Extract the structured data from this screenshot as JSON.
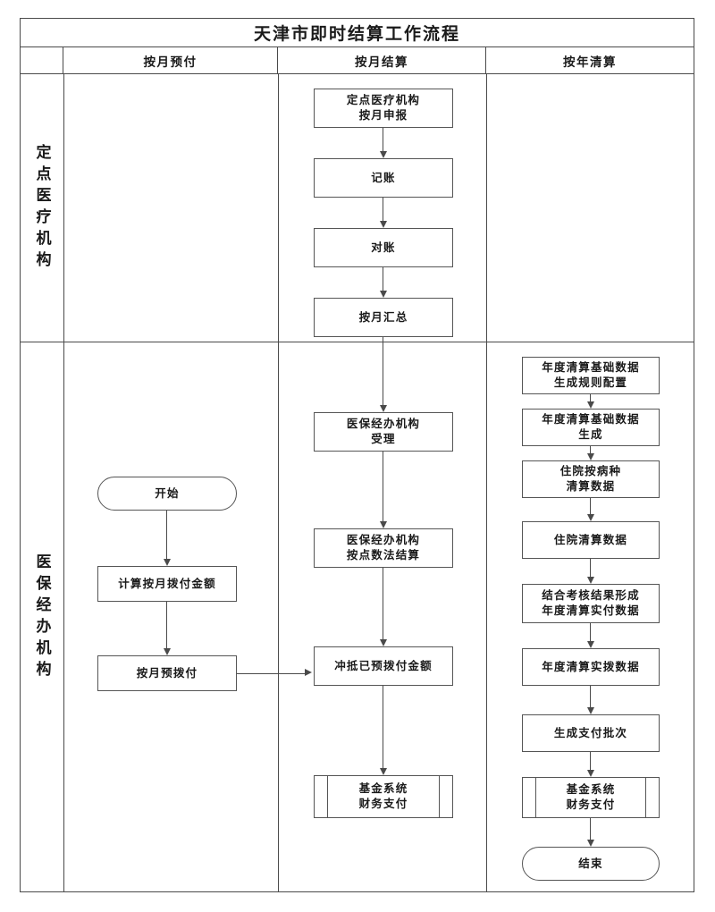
{
  "chart": {
    "title": "天津市即时结算工作流程",
    "columns": [
      {
        "id": "monthly-prepay",
        "label": "按月预付"
      },
      {
        "id": "monthly-settle",
        "label": "按月结算"
      },
      {
        "id": "annual-clearing",
        "label": "按年清算"
      }
    ],
    "lanes": [
      {
        "id": "designated-medical-institution",
        "label": "定点医疗机构"
      },
      {
        "id": "insurance-agency",
        "label": "医保经办机构"
      }
    ],
    "nodes": {
      "n1": {
        "text": "定点医疗机构\n按月申报",
        "shape": "process"
      },
      "n2": {
        "text": "记账",
        "shape": "process"
      },
      "n3": {
        "text": "对账",
        "shape": "process"
      },
      "n4": {
        "text": "按月汇总",
        "shape": "process"
      },
      "n5": {
        "text": "医保经办机构\n受理",
        "shape": "process"
      },
      "n6": {
        "text": "医保经办机构\n按点数法结算",
        "shape": "process"
      },
      "n7": {
        "text": "冲抵已预拨付金额",
        "shape": "process"
      },
      "n8": {
        "text": "基金系统\n财务支付",
        "shape": "predefined"
      },
      "p1": {
        "text": "开始",
        "shape": "terminal"
      },
      "p2": {
        "text": "计算按月拨付金额",
        "shape": "process"
      },
      "p3": {
        "text": "按月预拨付",
        "shape": "process"
      },
      "a1": {
        "text": "年度清算基础数据\n生成规则配置",
        "shape": "process"
      },
      "a2": {
        "text": "年度清算基础数据\n生成",
        "shape": "process"
      },
      "a3": {
        "text": "住院按病种\n清算数据",
        "shape": "process"
      },
      "a4": {
        "text": "住院清算数据",
        "shape": "process"
      },
      "a5": {
        "text": "结合考核结果形成\n年度清算实付数据",
        "shape": "process"
      },
      "a6": {
        "text": "年度清算实拨数据",
        "shape": "process"
      },
      "a7": {
        "text": "生成支付批次",
        "shape": "process"
      },
      "a8": {
        "text": "基金系统\n财务支付",
        "shape": "predefined"
      },
      "a9": {
        "text": "结束",
        "shape": "terminal"
      }
    },
    "colors": {
      "frame": "#4a4a4a",
      "node_border": "#555555",
      "text": "#1a1a1a",
      "background": "#ffffff"
    }
  }
}
